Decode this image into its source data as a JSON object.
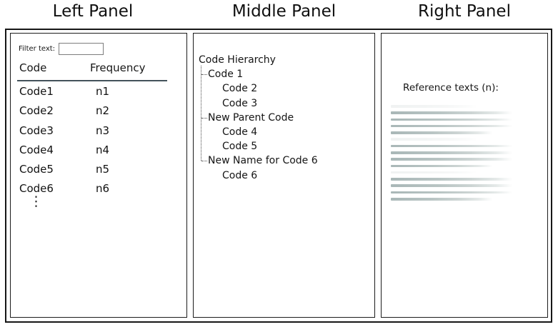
{
  "titles": {
    "left": "Left Panel",
    "middle": "Middle Panel",
    "right": "Right Panel"
  },
  "left_panel": {
    "filter_label": "Filter text:",
    "filter_value": "",
    "columns": {
      "code": "Code",
      "frequency": "Frequency"
    },
    "rows": [
      {
        "code": "Code1",
        "freq": "n1"
      },
      {
        "code": "Code2",
        "freq": "n2"
      },
      {
        "code": "Code3",
        "freq": "n3"
      },
      {
        "code": "Code4",
        "freq": "n4"
      },
      {
        "code": "Code5",
        "freq": "n5"
      },
      {
        "code": "Code6",
        "freq": "n6"
      }
    ],
    "more_rows_ellipsis": "⋮"
  },
  "middle_panel": {
    "tree": {
      "root": "Code Hierarchy",
      "items": [
        {
          "label": "Code 1",
          "level": 1
        },
        {
          "label": "Code 2",
          "level": 2
        },
        {
          "label": "Code 3",
          "level": 2
        },
        {
          "label": "New Parent Code",
          "level": 1
        },
        {
          "label": "Code 4",
          "level": 2
        },
        {
          "label": "Code 5",
          "level": 2
        },
        {
          "label": "New Name for Code 6",
          "level": 1
        },
        {
          "label": "Code 6",
          "level": 2
        }
      ]
    }
  },
  "right_panel": {
    "heading": "Reference texts (n):",
    "placeholder_paragraphs": 3,
    "placeholder_lines_per_paragraph": 4
  },
  "colors": {
    "header_rule": "#44525b",
    "placeholder_bar": "#a9b7b7",
    "frame_border": "#161616"
  }
}
